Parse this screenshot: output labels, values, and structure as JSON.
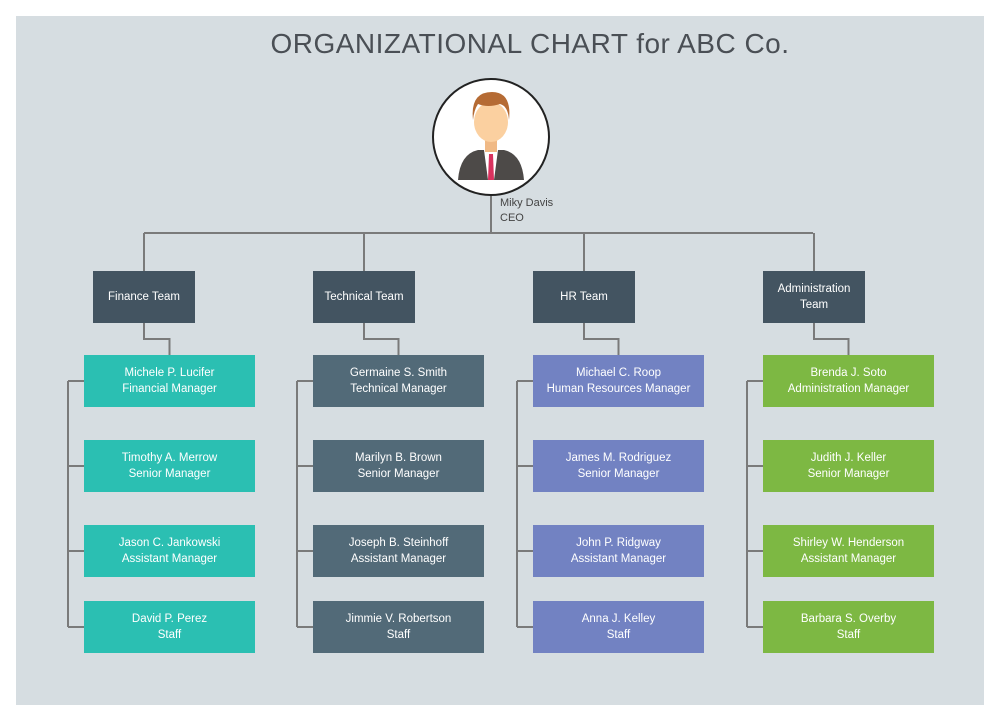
{
  "title": "ORGANIZATIONAL CHART for ABC Co.",
  "ceo": {
    "name": "Miky Davis",
    "role": "CEO"
  },
  "colors": {
    "background": "#d6dde1",
    "team": "#435461",
    "line": "#7a7a7a"
  },
  "teams": [
    {
      "name": "Finance Team",
      "color": "#2bbfb2",
      "members": [
        {
          "name": "Michele P. Lucifer",
          "role": "Financial Manager"
        },
        {
          "name": "Timothy A. Merrow",
          "role": "Senior Manager"
        },
        {
          "name": "Jason C. Jankowski",
          "role": "Assistant Manager"
        },
        {
          "name": "David P. Perez",
          "role": "Staff"
        }
      ]
    },
    {
      "name": "Technical  Team",
      "color": "#526a78",
      "members": [
        {
          "name": "Germaine S. Smith",
          "role": "Technical  Manager"
        },
        {
          "name": "Marilyn B. Brown",
          "role": "Senior Manager"
        },
        {
          "name": "Joseph B. Steinhoff",
          "role": "Assistant Manager"
        },
        {
          "name": "Jimmie V. Robertson",
          "role": "Staff"
        }
      ]
    },
    {
      "name": "HR Team",
      "color": "#7282c2",
      "members": [
        {
          "name": "Michael C. Roop",
          "role": "Human Resources Manager"
        },
        {
          "name": "James M. Rodriguez",
          "role": "Senior Manager"
        },
        {
          "name": "John P. Ridgway",
          "role": "Assistant Manager"
        },
        {
          "name": "Anna J. Kelley",
          "role": "Staff"
        }
      ]
    },
    {
      "name": "Administration Team",
      "color": "#7db843",
      "members": [
        {
          "name": "Brenda J. Soto",
          "role": "Administration Manager"
        },
        {
          "name": "Judith J. Keller",
          "role": "Senior Manager"
        },
        {
          "name": "Shirley W. Henderson",
          "role": "Assistant Manager"
        },
        {
          "name": "Barbara S. Overby",
          "role": "Staff"
        }
      ]
    }
  ]
}
